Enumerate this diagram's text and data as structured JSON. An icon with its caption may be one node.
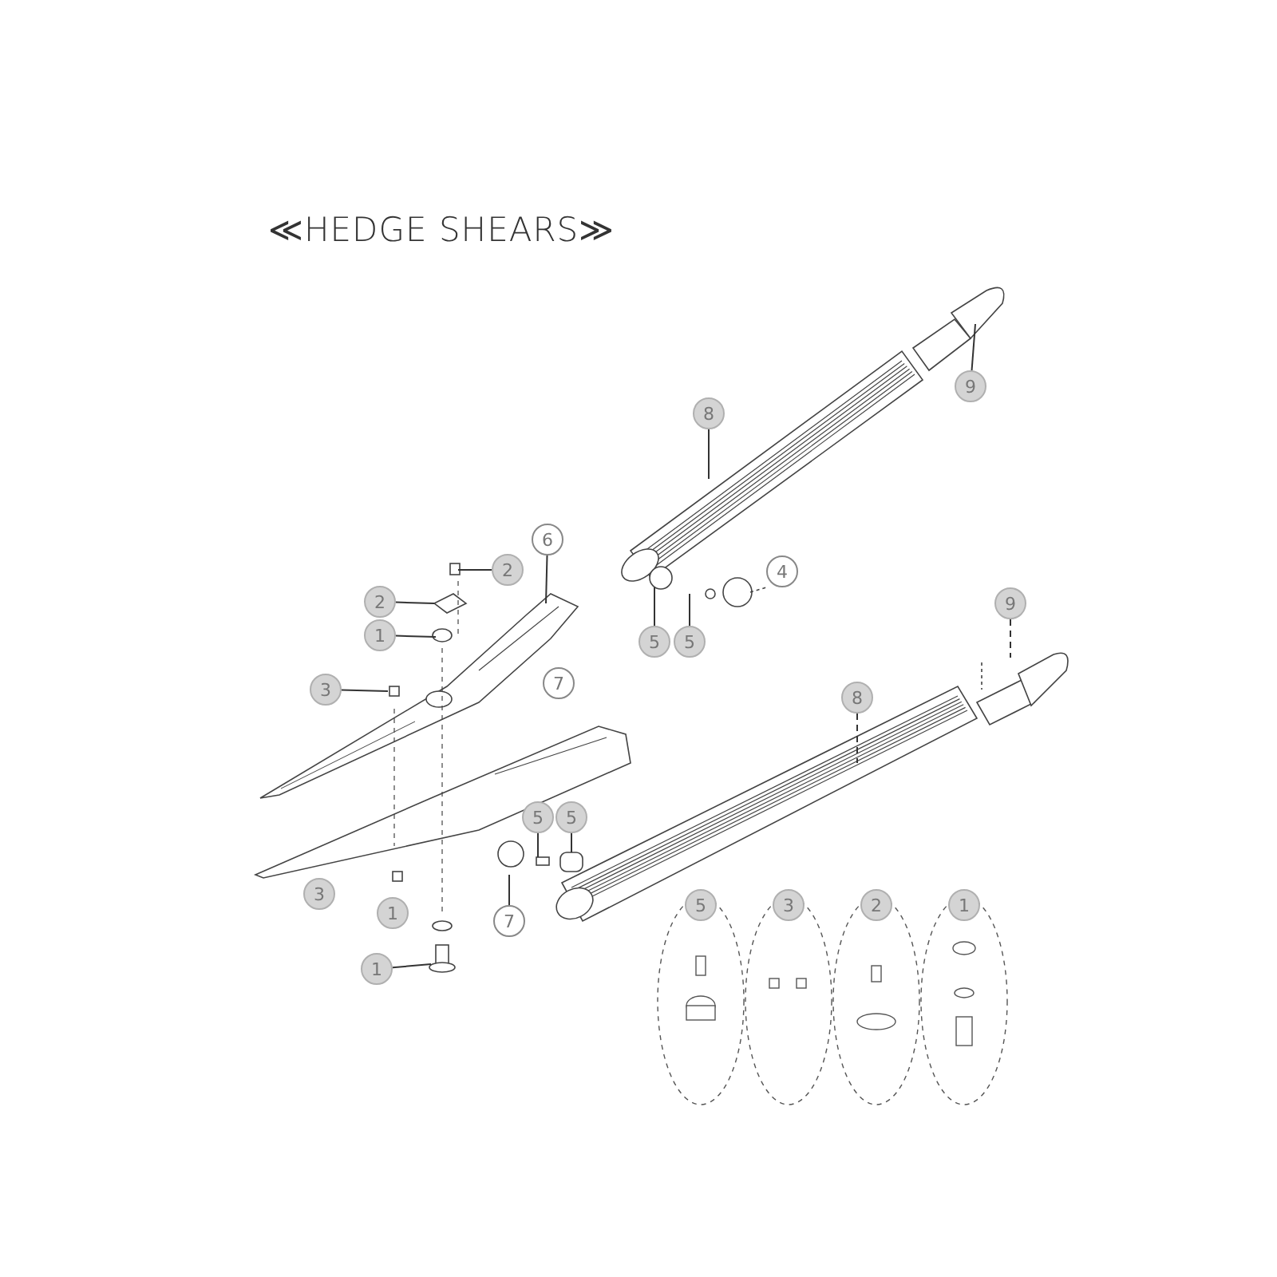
{
  "diagram": {
    "title": "≪HEDGE SHEARS≫",
    "nodes": [
      {
        "text": [
          "9"
        ]
      },
      {
        "text": [
          "8"
        ]
      },
      {
        "text": [
          "6"
        ]
      },
      {
        "text": [
          "2"
        ]
      },
      {
        "text": [
          "4"
        ]
      },
      {
        "text": [
          "2"
        ]
      },
      {
        "text": [
          "9"
        ]
      },
      {
        "text": [
          "1"
        ]
      },
      {
        "text": [
          "5"
        ]
      },
      {
        "text": [
          "5"
        ]
      },
      {
        "text": [
          "3"
        ]
      },
      {
        "text": [
          "7"
        ]
      },
      {
        "text": [
          "8"
        ]
      },
      {
        "text": [
          "5"
        ]
      },
      {
        "text": [
          "5"
        ]
      },
      {
        "text": [
          "3"
        ]
      },
      {
        "text": [
          "5"
        ]
      },
      {
        "text": [
          "3"
        ]
      },
      {
        "text": [
          "2"
        ]
      },
      {
        "text": [
          "1"
        ]
      },
      {
        "text": [
          "1"
        ]
      },
      {
        "text": [
          "7"
        ]
      },
      {
        "text": [
          "1"
        ]
      }
    ],
    "edges": [
      {
        "from": 0,
        "to": null,
        "arrow": "none"
      },
      {
        "from": 1,
        "to": null,
        "arrow": "none"
      },
      {
        "from": 2,
        "to": null,
        "arrow": "none"
      },
      {
        "from": 3,
        "to": null,
        "arrow": "none"
      },
      {
        "from": 5,
        "to": null,
        "arrow": "none"
      },
      {
        "from": 6,
        "to": null,
        "arrow": "none",
        "style": "dashed"
      },
      {
        "from": 7,
        "to": null,
        "arrow": "none"
      },
      {
        "from": 8,
        "to": null,
        "arrow": "none"
      },
      {
        "from": 9,
        "to": null,
        "arrow": "none"
      },
      {
        "from": 10,
        "to": null,
        "arrow": "none"
      },
      {
        "from": 12,
        "to": null,
        "arrow": "none",
        "style": "dashed"
      },
      {
        "from": 13,
        "to": null,
        "arrow": "none"
      },
      {
        "from": 14,
        "to": null,
        "arrow": "none"
      },
      {
        "from": 21,
        "to": null,
        "arrow": "none"
      },
      {
        "from": 22,
        "to": null,
        "arrow": "none"
      }
    ]
  }
}
